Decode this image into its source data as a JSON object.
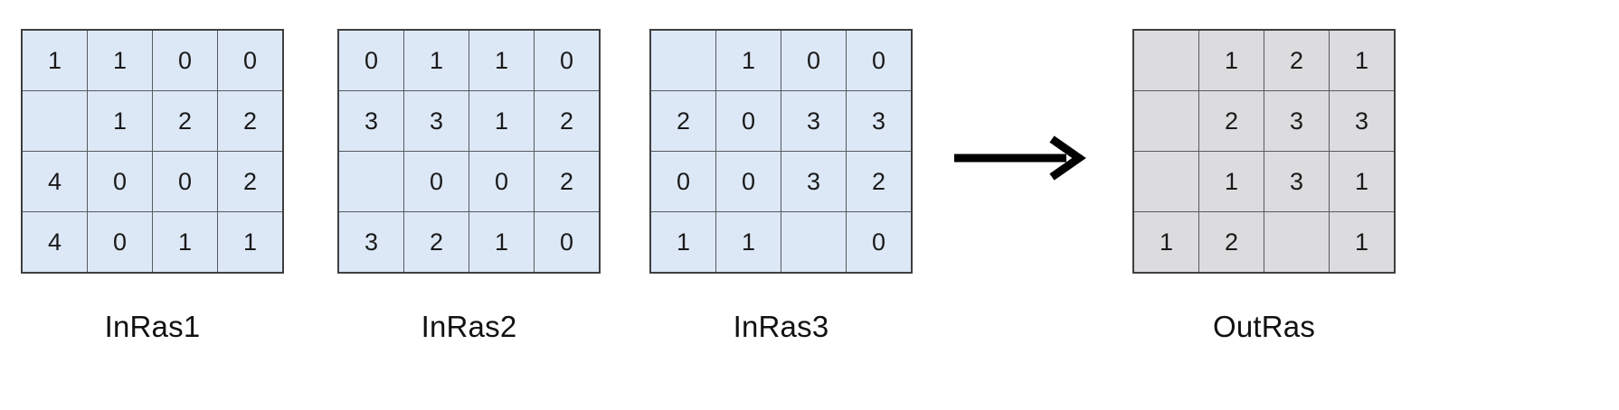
{
  "figure": {
    "arrow_icon": "right-arrow-icon",
    "colors": {
      "input_cell_fill": "#dde8f7",
      "output_cell_fill": "#dcdcde",
      "cell_border": "#555a5e",
      "grid_outline": "#3f3f3f",
      "text": "#1a1a1a",
      "arrow": "#000000",
      "background": "#ffffff"
    }
  },
  "rasters": [
    {
      "id": "inras1",
      "label": "InRas1",
      "kind": "input",
      "rows": 4,
      "cols": 4,
      "cells": [
        [
          "1",
          "1",
          "0",
          "0"
        ],
        [
          "",
          "1",
          "2",
          "2"
        ],
        [
          "4",
          "0",
          "0",
          "2"
        ],
        [
          "4",
          "0",
          "1",
          "1"
        ]
      ]
    },
    {
      "id": "inras2",
      "label": "InRas2",
      "kind": "input",
      "rows": 4,
      "cols": 4,
      "cells": [
        [
          "0",
          "1",
          "1",
          "0"
        ],
        [
          "3",
          "3",
          "1",
          "2"
        ],
        [
          "",
          "0",
          "0",
          "2"
        ],
        [
          "3",
          "2",
          "1",
          "0"
        ]
      ]
    },
    {
      "id": "inras3",
      "label": "InRas3",
      "kind": "input",
      "rows": 4,
      "cols": 4,
      "cells": [
        [
          "",
          "1",
          "0",
          "0"
        ],
        [
          "2",
          "0",
          "3",
          "3"
        ],
        [
          "0",
          "0",
          "3",
          "2"
        ],
        [
          "1",
          "1",
          "",
          "0"
        ]
      ]
    },
    {
      "id": "outras",
      "label": "OutRas",
      "kind": "output",
      "rows": 4,
      "cols": 4,
      "cells": [
        [
          "",
          "1",
          "2",
          "1"
        ],
        [
          "",
          "2",
          "3",
          "3"
        ],
        [
          "",
          "1",
          "3",
          "1"
        ],
        [
          "1",
          "2",
          "",
          "1"
        ]
      ]
    }
  ]
}
